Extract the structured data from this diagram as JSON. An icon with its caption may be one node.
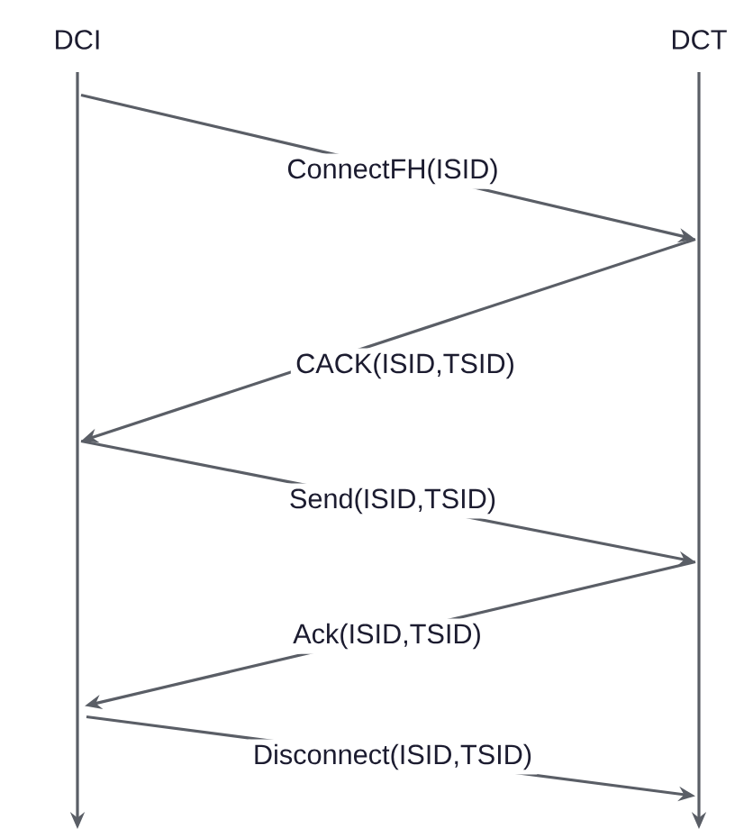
{
  "diagram": {
    "nodes": [
      {
        "text": [
          "DCI"
        ]
      },
      {
        "text": [
          "DCT"
        ]
      }
    ],
    "edges": [
      {
        "from": 0,
        "to": 1,
        "arrow": "to",
        "label": "ConnectFH(ISID)"
      },
      {
        "from": 1,
        "to": 0,
        "arrow": "to",
        "label": "CACK(ISID,TSID)"
      },
      {
        "from": 0,
        "to": 1,
        "arrow": "to",
        "label": "Send(ISID,TSID)"
      },
      {
        "from": 1,
        "to": 0,
        "arrow": "to",
        "label": "Ack(ISID,TSID)"
      },
      {
        "from": 0,
        "to": 1,
        "arrow": "to",
        "label": "Disconnect(ISID,TSID)"
      }
    ]
  }
}
